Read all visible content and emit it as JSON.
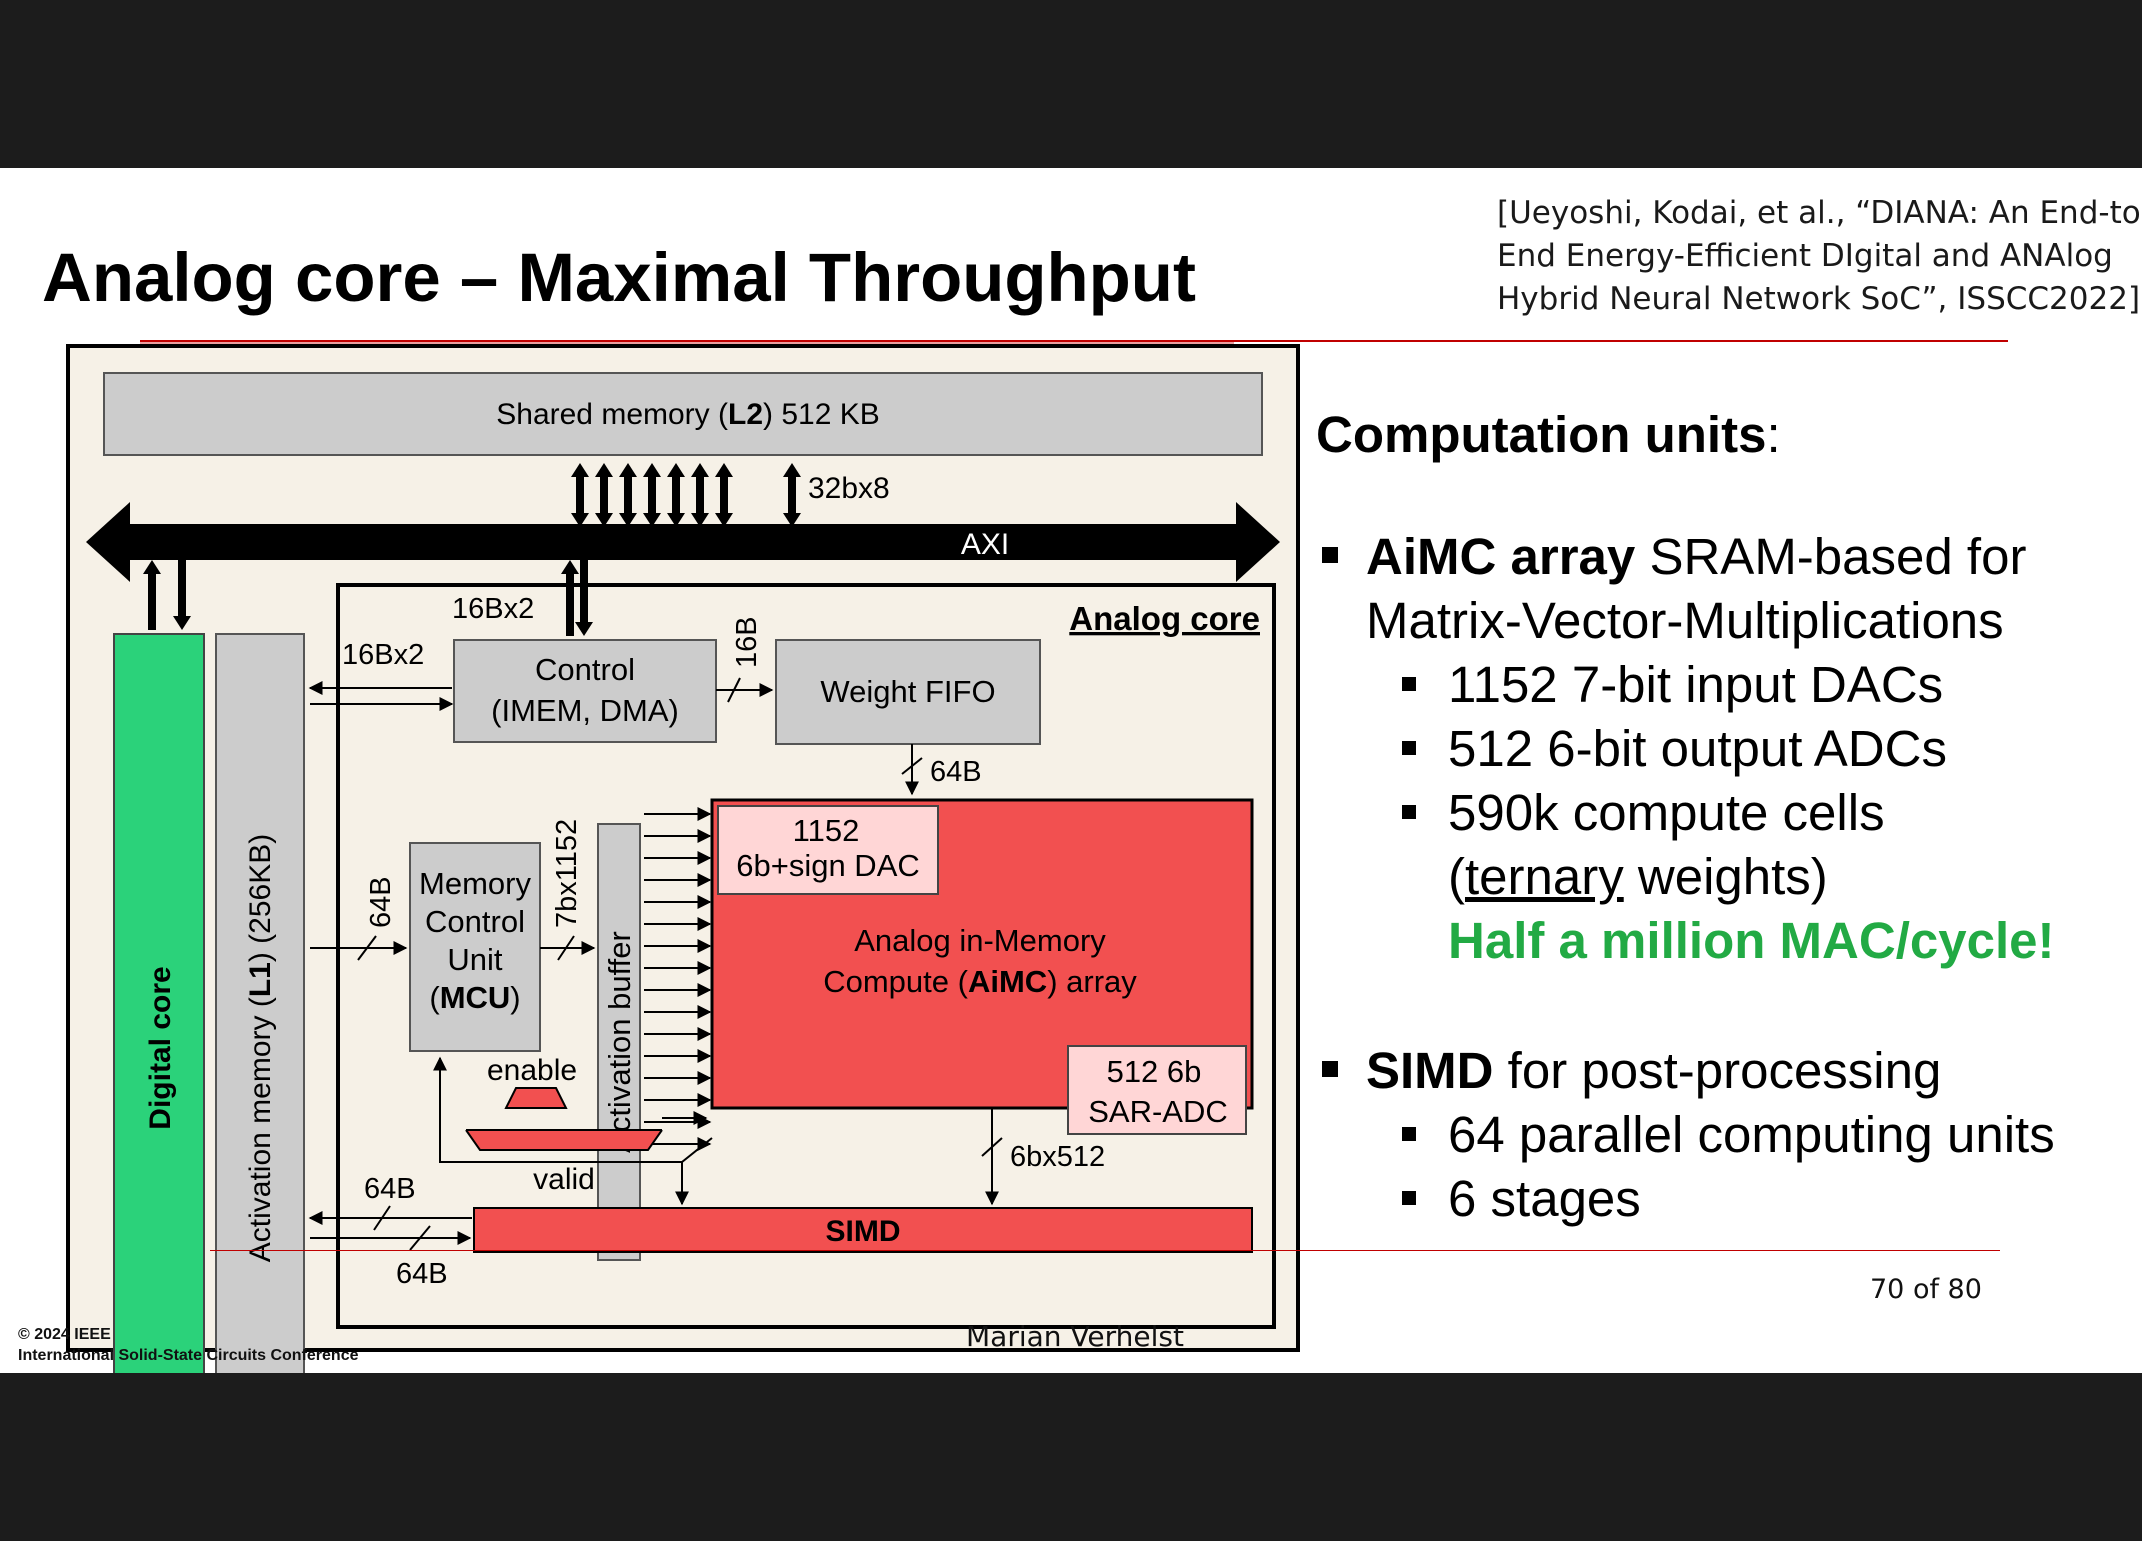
{
  "slide": {
    "title": "Analog core – Maximal Throughput",
    "citation_lines": [
      "[Ueyoshi, Kodai, et al., “DIANA: An End-to-",
      "End Energy-Efficient DIgital and ANAlog",
      "Hybrid Neural Network SoC”, ISSCC2022]"
    ],
    "footer_copyright": "© 2024 IEEE",
    "footer_conference": "International Solid-State Circuits Conference",
    "footer_author": "Marian Verhelst",
    "page_number": "70 of 80"
  },
  "diagram": {
    "shared_memory_prefix": "Shared memory (",
    "shared_memory_bold": "L2",
    "shared_memory_suffix": ") 512 KB",
    "bus_width_top": "32bx8",
    "axi_label": "AXI",
    "analog_core_label": "Analog core",
    "digital_core_label": "Digital core",
    "activation_memory_prefix": "Activation memory (",
    "activation_memory_bold": "L1",
    "activation_memory_suffix": ")  (256KB)",
    "control_line1": "Control",
    "control_line2": "(IMEM, DMA)",
    "weight_fifo": "Weight FIFO",
    "mcu_line1": "Memory",
    "mcu_line2": "Control",
    "mcu_line3": "Unit",
    "mcu_line4_bold": "MCU",
    "activation_buffer": "Activation buffer",
    "aimc_line1": "Analog in-Memory",
    "aimc_line2_prefix": "Compute (",
    "aimc_line2_bold": "AiMC",
    "aimc_line2_suffix": ") array",
    "dac_line1": "1152",
    "dac_line2": "6b+sign DAC",
    "adc_line1": "512 6b",
    "adc_line2": "SAR-ADC",
    "simd": "SIMD",
    "enable": "enable",
    "valid": "valid",
    "w_16bx2_top": "16Bx2",
    "w_16bx2_left": "16Bx2",
    "w_16b": "16B",
    "w_64b_fifo": "64B",
    "w_64b_mcu": "64B",
    "w_7bx1152": "7bx1152",
    "w_6bx512": "6bx512",
    "w_64b_simd_top": "64B",
    "w_64b_simd_bottom": "64B"
  },
  "bullets": {
    "heading_bold": "Computation units",
    "heading_suffix": ":",
    "items": [
      {
        "bold": "AiMC array",
        "text": " SRAM-based for",
        "text2": "Matrix-Vector-Multiplications",
        "subitems": [
          "1152 7-bit input DACs",
          "512 6-bit output ADCs",
          "590k compute cells"
        ],
        "sub_cont_underline": "ternary",
        "sub_cont_prefix": "(",
        "sub_cont_suffix": " weights)",
        "highlight": "Half a million MAC/cycle!"
      },
      {
        "bold": "SIMD",
        "text": " for post-processing",
        "subitems": [
          "64 parallel computing units",
          "6 stages"
        ]
      }
    ]
  },
  "colors": {
    "accent_red": "#c00000",
    "digital_core_green": "#2bd27a",
    "aimc_red": "#f25050",
    "highlight_green": "#22aa44",
    "panel_beige": "#f6f1e7",
    "block_gray": "#cccccc"
  }
}
